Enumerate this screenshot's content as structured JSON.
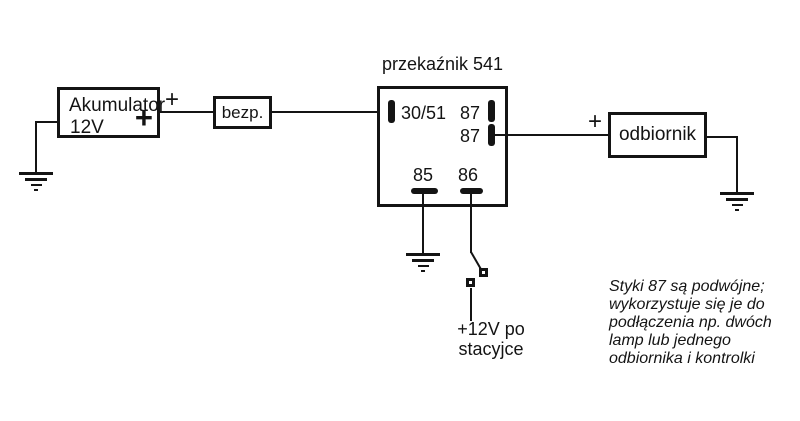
{
  "diagram": {
    "relay": {
      "title": "przekaźnik 541",
      "terminal_30_51": "30/51",
      "terminal_87_top": "87",
      "terminal_87_bottom": "87",
      "terminal_85": "85",
      "terminal_86": "86"
    },
    "battery": {
      "name": "Akumulator",
      "voltage": "12V",
      "plus_symbol": "+"
    },
    "fuse": {
      "label": "bezp."
    },
    "receiver": {
      "label": "odbiornik"
    },
    "battery_output_plus": "+",
    "receiver_input_plus": "+",
    "ignition": {
      "line1": "+12V po",
      "line2": "stacyjce"
    },
    "note": {
      "line1": "Styki 87 są podwójne;",
      "line2": "wykorzystuje się je do",
      "line3": "podłączenia np. dwóch",
      "line4": "lamp lub jednego",
      "line5": "odbiornika i kontrolki"
    },
    "colors": {
      "line": "#141414",
      "background": "#ffffff"
    }
  }
}
